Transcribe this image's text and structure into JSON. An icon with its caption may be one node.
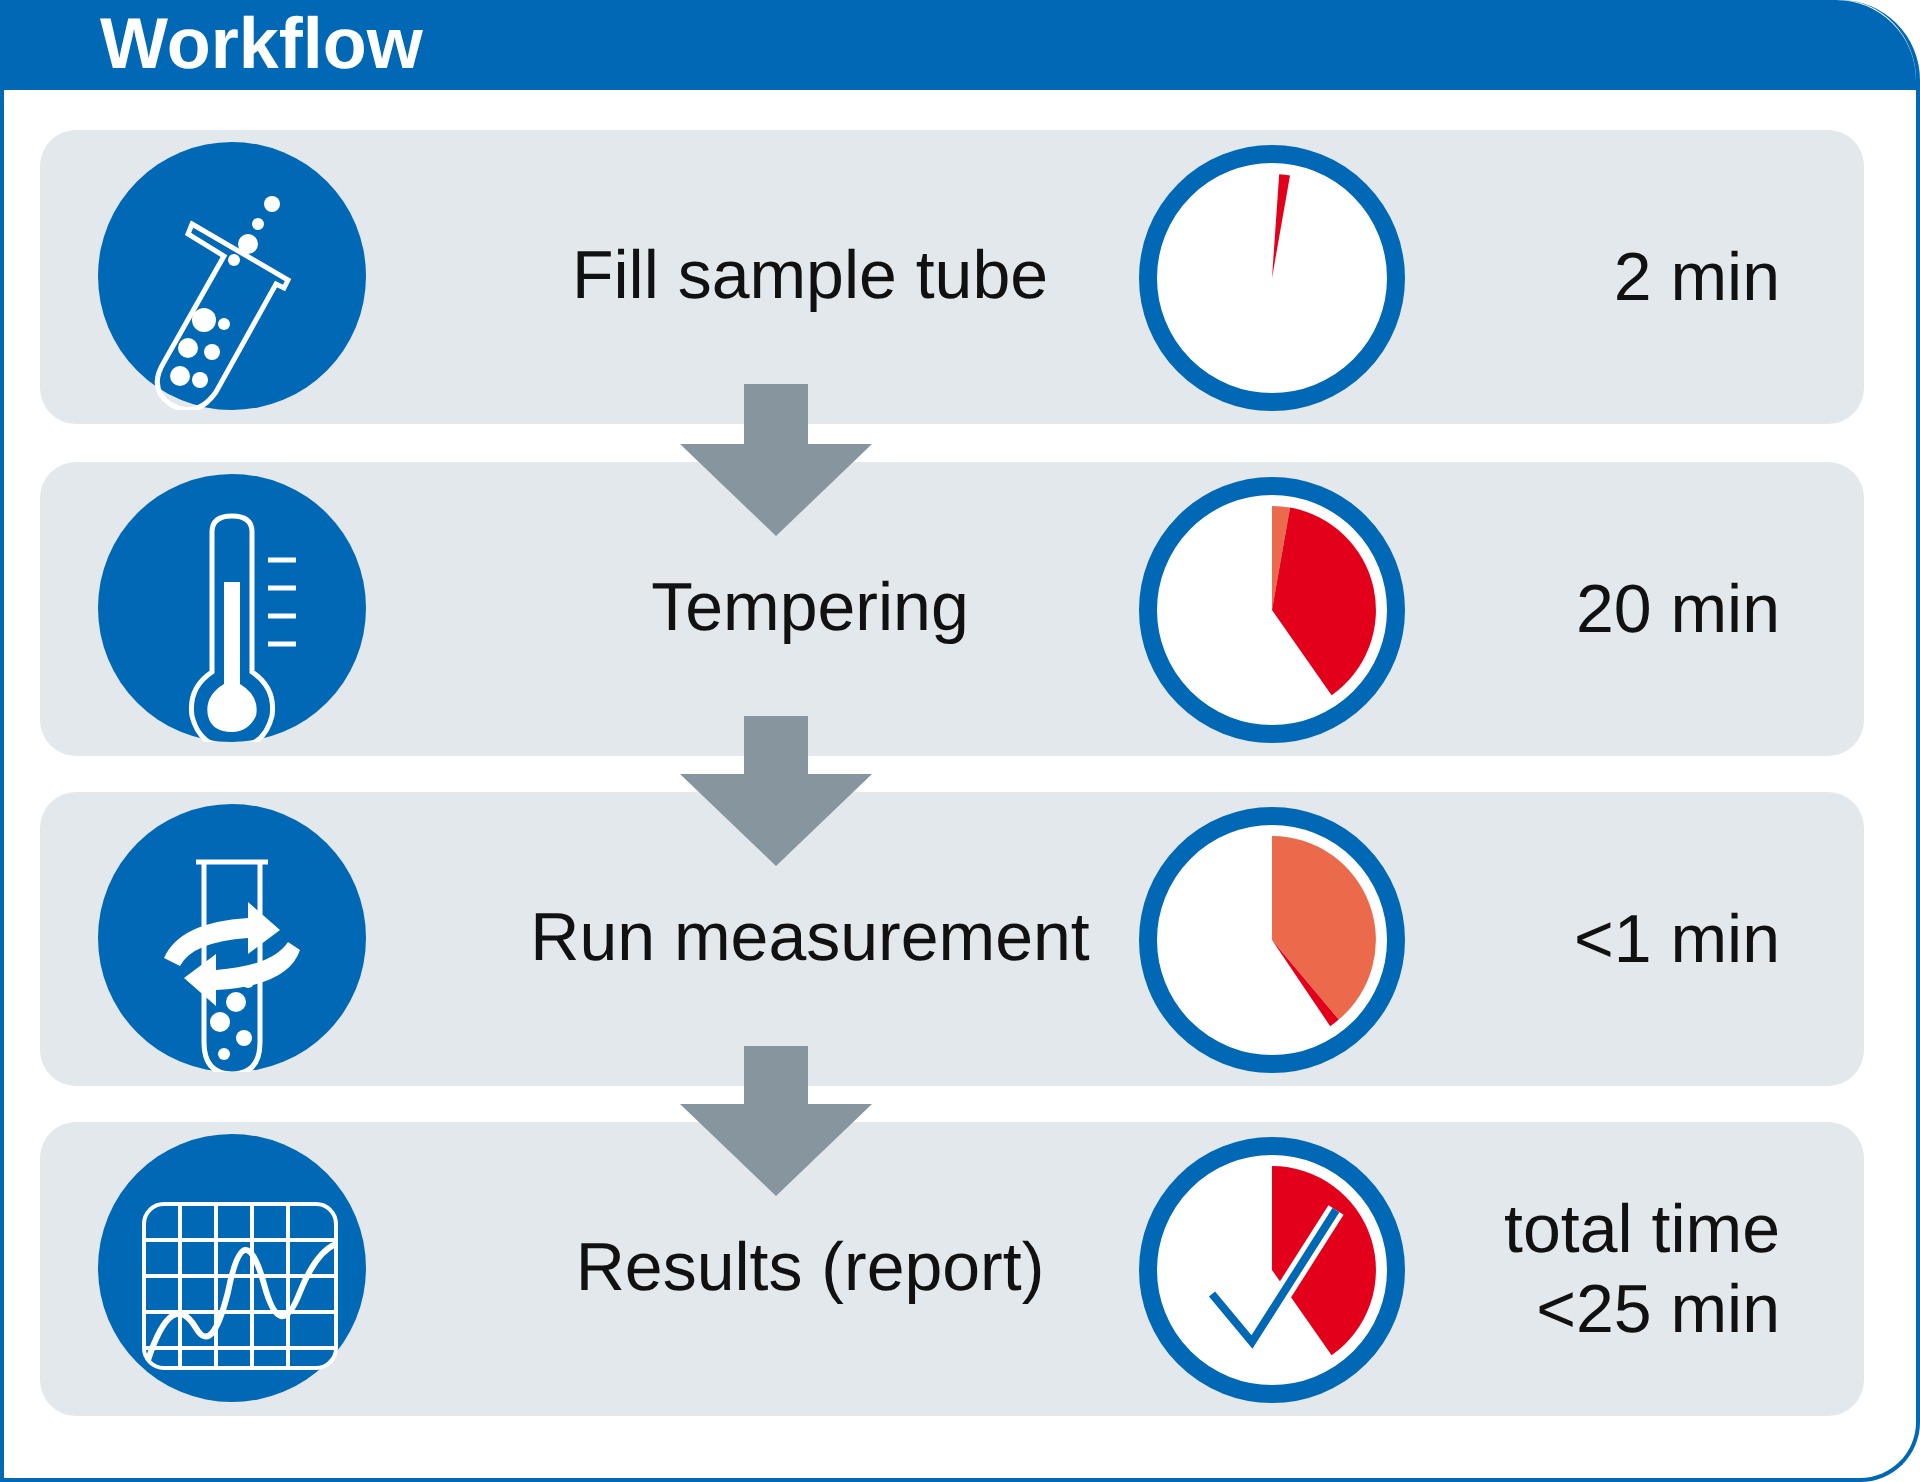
{
  "diagram": {
    "title": "Workflow",
    "nodes": [
      {
        "text": [
          "Fill sample tube",
          "2 min"
        ]
      },
      {
        "text": [
          "Tempering",
          "20 min"
        ]
      },
      {
        "text": [
          "Run measurement",
          "<1 min"
        ]
      },
      {
        "text": [
          "Results (report)",
          "total time <25 min"
        ]
      }
    ],
    "edges": [
      {
        "from": 0,
        "to": 1,
        "arrow": "to"
      },
      {
        "from": 1,
        "to": 2,
        "arrow": "to"
      },
      {
        "from": 2,
        "to": 3,
        "arrow": "to"
      }
    ]
  }
}
